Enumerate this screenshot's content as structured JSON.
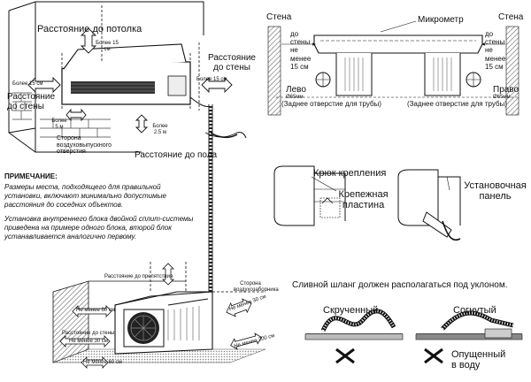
{
  "install_diagram": {
    "dist_ceiling": "Расстояние до потолка",
    "more_15cm_top": "Более 15 см",
    "dist_wall_right": "Расстояние до стены",
    "more_15cm_right": "Более 15 см",
    "more_15cm_left": "Более 15 см",
    "dist_wall_left": "Расстояние до стены",
    "more_5m": "Более 5 м",
    "wall_hole_side": "Сторона воздуховыпускного отверстия",
    "more_25m": "Более 2.5 м",
    "dist_floor": "Расстояние до пола"
  },
  "note": {
    "heading": "ПРИМЕЧАНИЕ:",
    "para1": "Размеры места, подходящего для правильной установки, включают минимально допустимые расстояния до соседних объектов.",
    "para2": "Установка внутреннего блока двойной сплит-системы приведена на примере одного блока, второй блок устанавливается аналогично первому."
  },
  "outdoor_diagram": {
    "dist_obstacle": "Расстояние до препятствия",
    "intake_side": "Сторона воздухозаборника",
    "min_30": "Не менее 30 см",
    "min_60": "Не менее 60 см",
    "dist_wall": "Расстояние до стены",
    "min_30_b": "Не менее 30 см",
    "min_200": "Не менее 200 см",
    "min_60_b": "Не менее 60 см"
  },
  "mount_plate": {
    "wall_left": "Стена",
    "wall_right": "Стена",
    "micrometer": "Микрометр",
    "left_dist": "до стены не менее 15 см",
    "right_dist": "до стены не менее 15 см",
    "left": "Лево",
    "right": "Право",
    "pipe_size_left": "Ø65мм",
    "pipe_size_right": "Ø65мм",
    "rear_hole_left": "(Заднее отверстие для трубы)",
    "rear_hole_right": "(Заднее отверстие для трубы)"
  },
  "hook_diagram": {
    "hook": "Крюк крепления",
    "plate": "Крепежная пластина",
    "panel": "Установочная панель"
  },
  "drain_diagram": {
    "title": "Сливной шланг должен располагаться под уклоном.",
    "twisted": "Скрученный",
    "bent": "Согнутый",
    "submerged": "Опущенный в воду"
  },
  "colors": {
    "line": "#111111",
    "wall": "#777777",
    "ground": "#555555"
  }
}
